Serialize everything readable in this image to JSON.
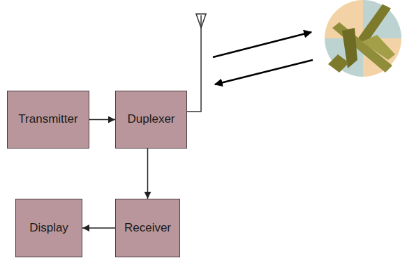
{
  "diagram": {
    "nodes": [
      {
        "text": [
          "Transmitter"
        ]
      },
      {
        "text": [
          "Duplexer"
        ]
      },
      {
        "text": [
          "Display"
        ]
      },
      {
        "text": [
          "Receiver"
        ]
      }
    ],
    "edges": [
      {
        "from": 0,
        "to": 1,
        "arrow": "to"
      },
      {
        "from": 1,
        "to": 3,
        "arrow": "to"
      },
      {
        "from": 3,
        "to": 2,
        "arrow": "to"
      }
    ]
  }
}
